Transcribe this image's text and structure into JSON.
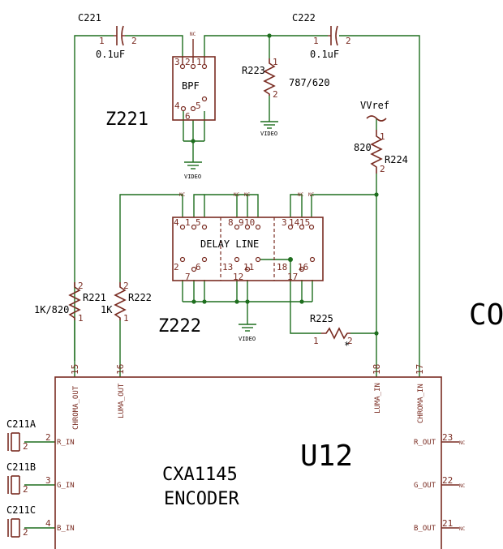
{
  "components": {
    "c221": {
      "ref": "C221",
      "value": "0.1uF",
      "pin1": "1",
      "pin2": "2"
    },
    "c222": {
      "ref": "C222",
      "value": "0.1uF",
      "pin1": "1",
      "pin2": "2"
    },
    "r223": {
      "ref": "R223",
      "value": "787/620",
      "pin1": "1",
      "pin2": "2"
    },
    "r224": {
      "ref": "R224",
      "value": "820",
      "pin1": "1",
      "pin2": "2"
    },
    "r221": {
      "ref": "R221",
      "value": "1K/820",
      "pin1": "1",
      "pin2": "2"
    },
    "r222": {
      "ref": "R222",
      "value": "1K",
      "pin1": "1",
      "pin2": "2"
    },
    "r225": {
      "ref": "R225",
      "pin1": "1",
      "pin2": "2",
      "mark": "*"
    },
    "z221": {
      "ref": "Z221",
      "name": "BPF",
      "pins": [
        "3",
        "2",
        "1",
        "4",
        "5",
        "6"
      ]
    },
    "z222": {
      "ref": "Z222",
      "name": "DELAY LINE",
      "pins_top": [
        "4",
        "1",
        "5",
        "8",
        "9",
        "10",
        "3",
        "14",
        "15"
      ],
      "pins_bottom": [
        "2",
        "6",
        "7",
        "13",
        "11",
        "12",
        "18",
        "16",
        "17"
      ]
    },
    "u12": {
      "ref": "U12",
      "part": "CXA1145",
      "function": "ENCODER",
      "pins": [
        {
          "num": "15",
          "name": "CHROMA_OUT"
        },
        {
          "num": "16",
          "name": "LUMA_OUT"
        },
        {
          "num": "18",
          "name": "LUMA_IN"
        },
        {
          "num": "17",
          "name": "CHROMA_IN"
        },
        {
          "num": "2",
          "name": "R_IN"
        },
        {
          "num": "3",
          "name": "G_IN"
        },
        {
          "num": "4",
          "name": "B_IN"
        },
        {
          "num": "23",
          "name": "R_OUT"
        },
        {
          "num": "22",
          "name": "G_OUT"
        },
        {
          "num": "21",
          "name": "B_OUT"
        }
      ]
    },
    "c211a": {
      "ref": "C211A",
      "pin2": "2"
    },
    "c211b": {
      "ref": "C211B",
      "pin2": "2"
    },
    "c211c": {
      "ref": "C211C",
      "pin2": "2"
    }
  },
  "power": {
    "video": "VIDEO",
    "vvref": "VVref"
  },
  "nc_mark": "NC",
  "edge_text": "CO"
}
